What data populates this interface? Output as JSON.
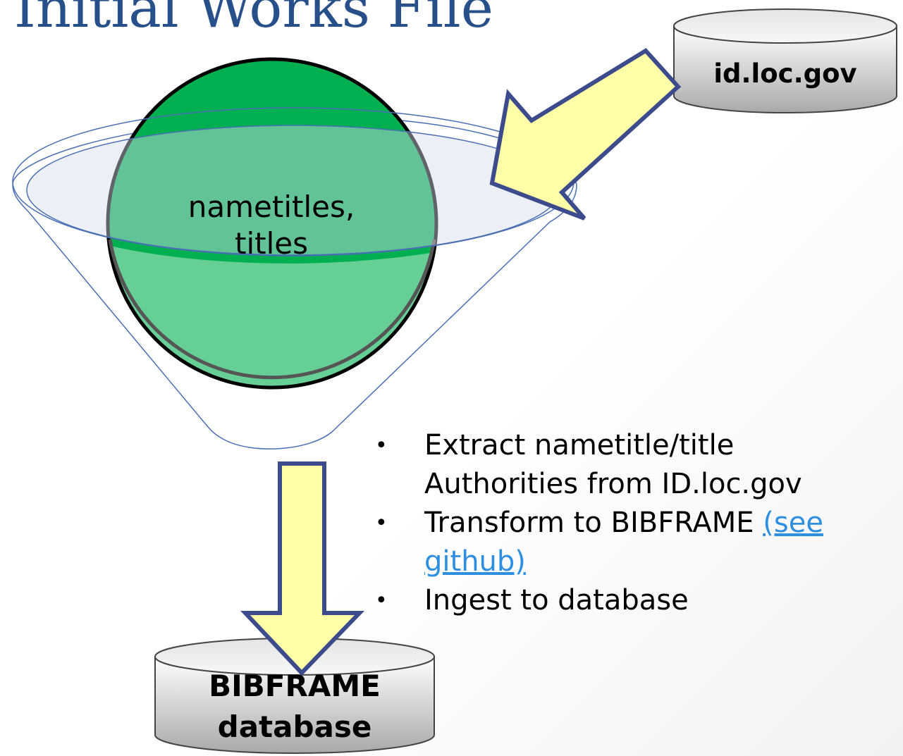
{
  "title": "Initial Works File",
  "source_db": {
    "label": "id.loc.gov"
  },
  "target_db": {
    "label_line1": "BIBFRAME",
    "label_line2": "database"
  },
  "sphere": {
    "label_line1": "nametitles,",
    "label_line2": "titles"
  },
  "steps": [
    {
      "text": "Extract nametitle/title Authorities from ID.loc.gov"
    },
    {
      "text": "Transform to BIBFRAME ",
      "link": "(see github)"
    },
    {
      "text": "Ingest to database"
    }
  ],
  "colors": {
    "title": "#27508a",
    "sphere_fill": "#00b050",
    "sphere_lower_fill": "#66cf96",
    "arrow_fill": "#ffffa8",
    "arrow_stroke": "#3c4b8c",
    "cylinder_fill": "#c8c8c8",
    "funnel_stroke": "#4a6fb5",
    "link": "#2e8fe0"
  }
}
